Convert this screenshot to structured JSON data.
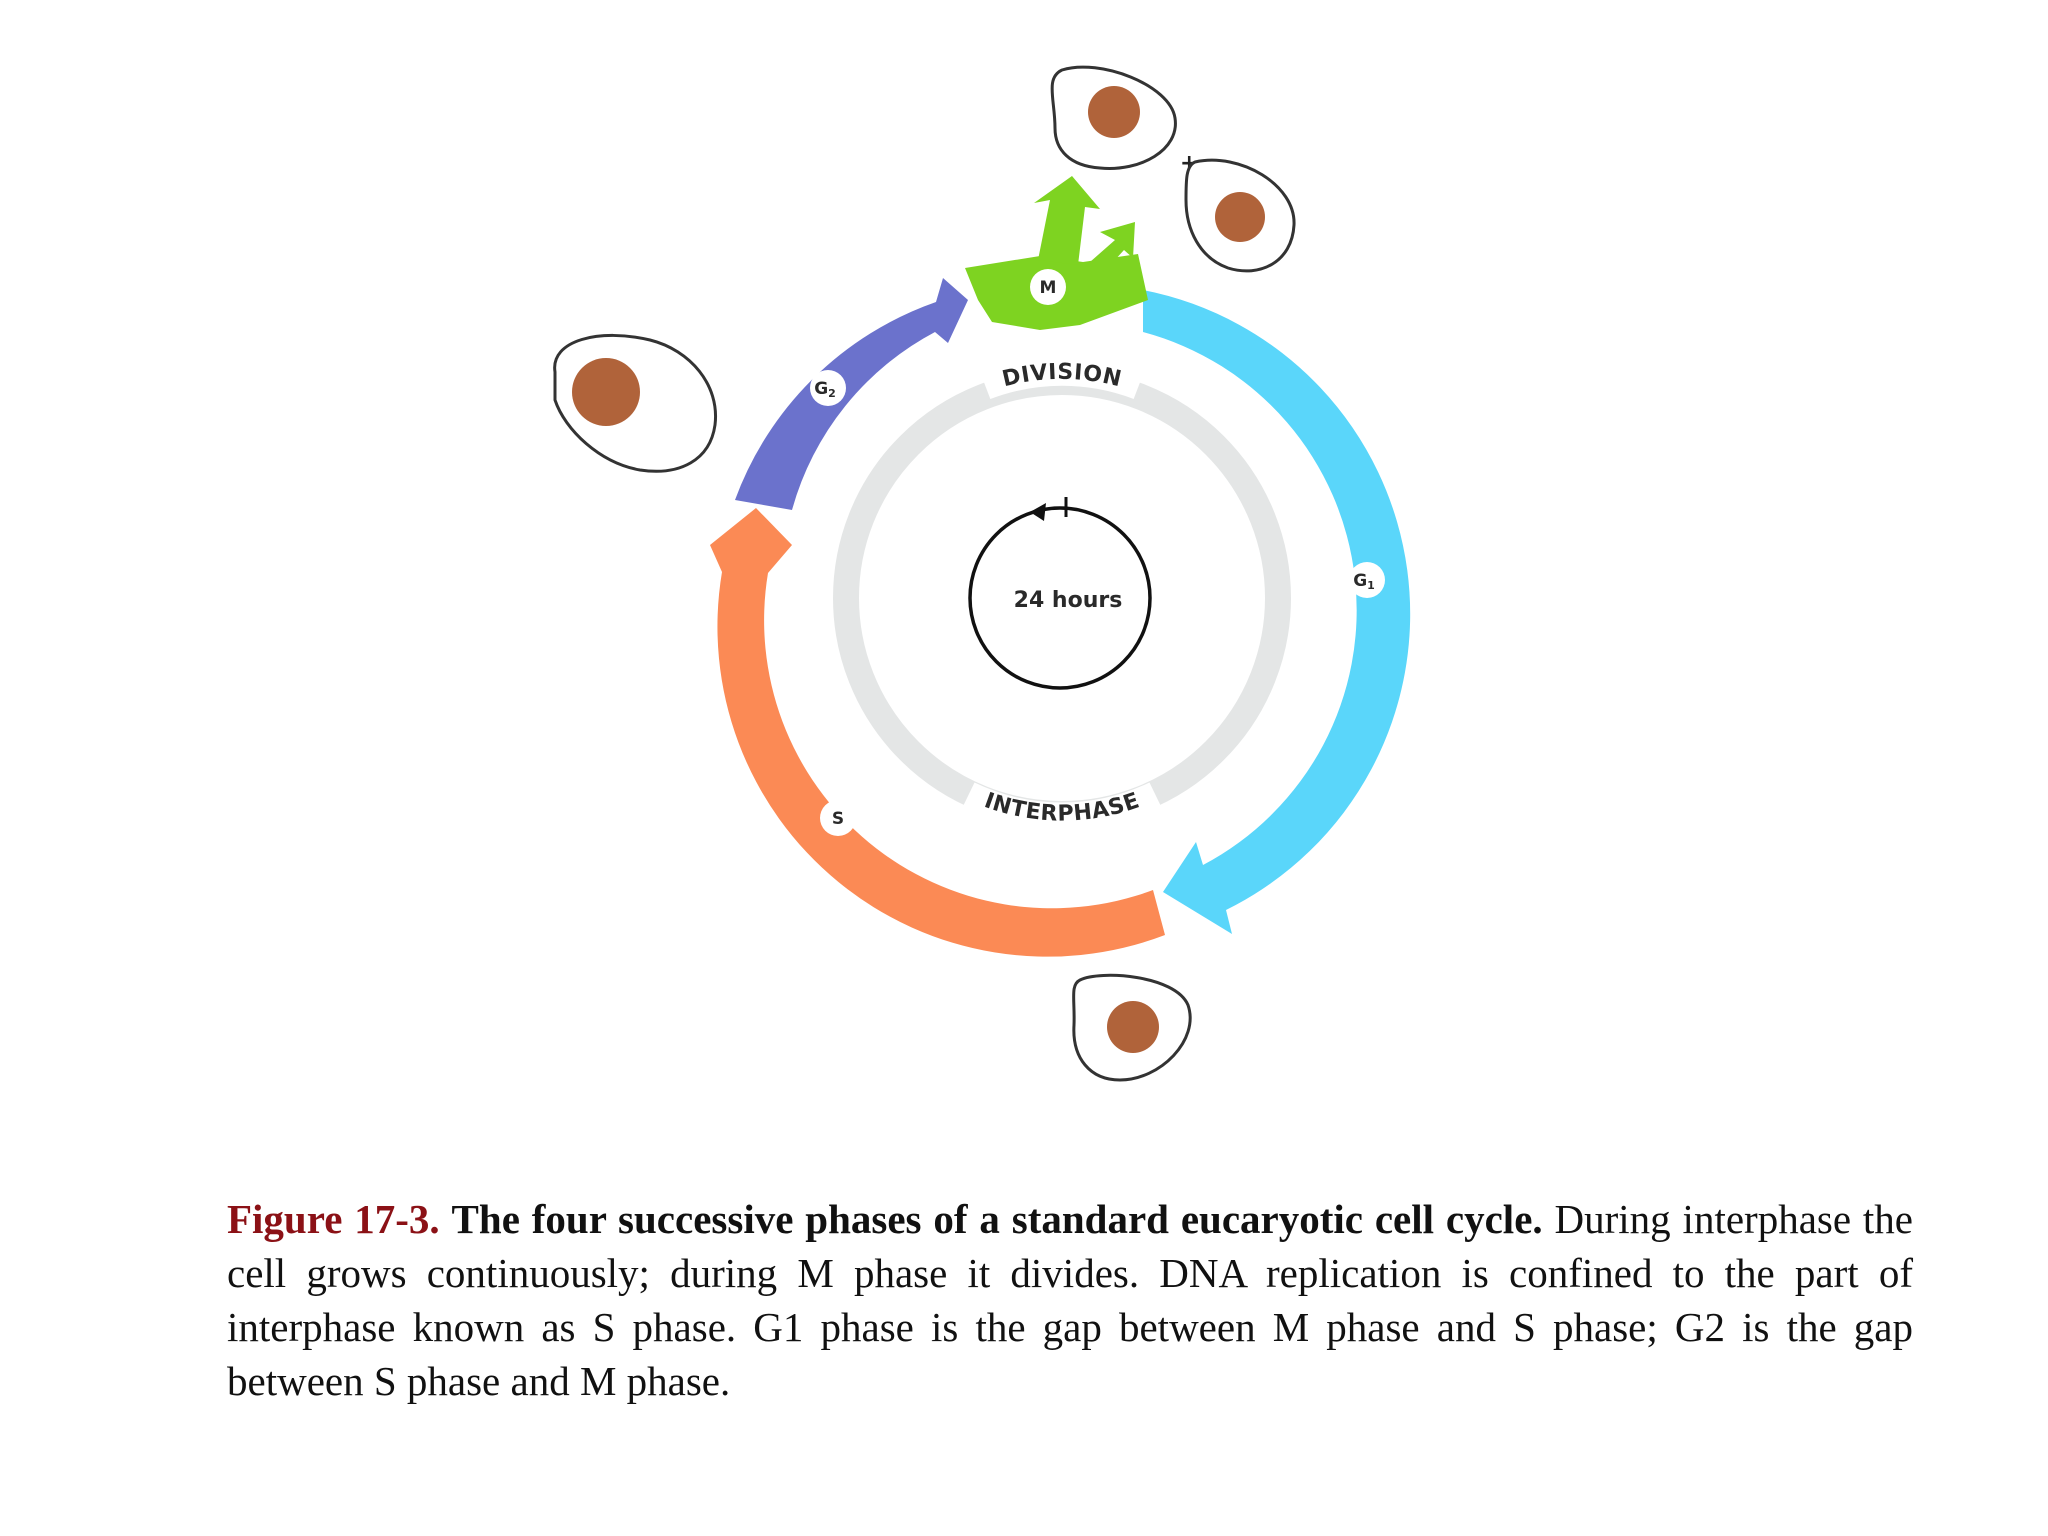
{
  "diagram": {
    "phases": {
      "m": {
        "label": "M",
        "color": "#7ed321"
      },
      "g1": {
        "label": "G",
        "sub": "1",
        "color": "#5ad6fa"
      },
      "s": {
        "label": "S",
        "color": "#fb8a55"
      },
      "g2": {
        "label": "G",
        "sub": "2",
        "color": "#6b72cc"
      }
    },
    "ring": {
      "top_label": "DIVISION",
      "bottom_label": "INTERPHASE",
      "color": "#e4e6e6"
    },
    "clock": {
      "label": "24 hours"
    },
    "plus_sign": "+",
    "cell_colors": {
      "nucleus": "#b0633a",
      "membrane": "#333333"
    }
  },
  "caption": {
    "figure_number": "Figure 17-3.",
    "title": "The four successive phases of a standard eucaryotic cell cycle.",
    "body": "During interphase the cell grows continuously; during M phase it divides. DNA replication is confined to the part of interphase known as S phase. G1 phase is the gap between M phase and S phase; G2 is the gap between S phase and M phase."
  }
}
